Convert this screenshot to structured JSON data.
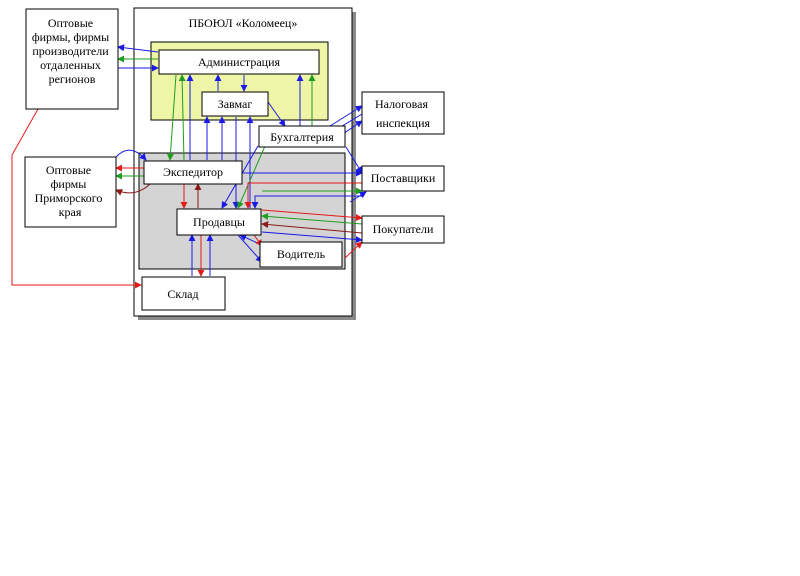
{
  "title": "ПБОЮЛ «Коломеец»",
  "colors": {
    "blue": "#1a1ae6",
    "green": "#1f9e1f",
    "red": "#e61a1a",
    "darkred": "#8b1a1a",
    "admin_fill": "#eef5a6",
    "ops_fill": "#d4d4d4",
    "shadow": "#8a8a8a"
  },
  "nodes": {
    "remote_wholesalers": [
      "Оптовые",
      "фирмы, фирмы",
      "производители",
      "отдаленных",
      "регионов"
    ],
    "primorye_wholesalers": [
      "Оптовые",
      "фирмы",
      "Приморского",
      "края"
    ],
    "administration": "Администрация",
    "zavmag": "Завмаг",
    "accounting": "Бухгалтерия",
    "expeditor": "Экспедитор",
    "sellers": "Продавцы",
    "driver": "Водитель",
    "warehouse": "Склад",
    "tax_inspection": [
      "Налоговая",
      "инспекция"
    ],
    "suppliers": "Поставщики",
    "buyers": "Покупатели"
  }
}
